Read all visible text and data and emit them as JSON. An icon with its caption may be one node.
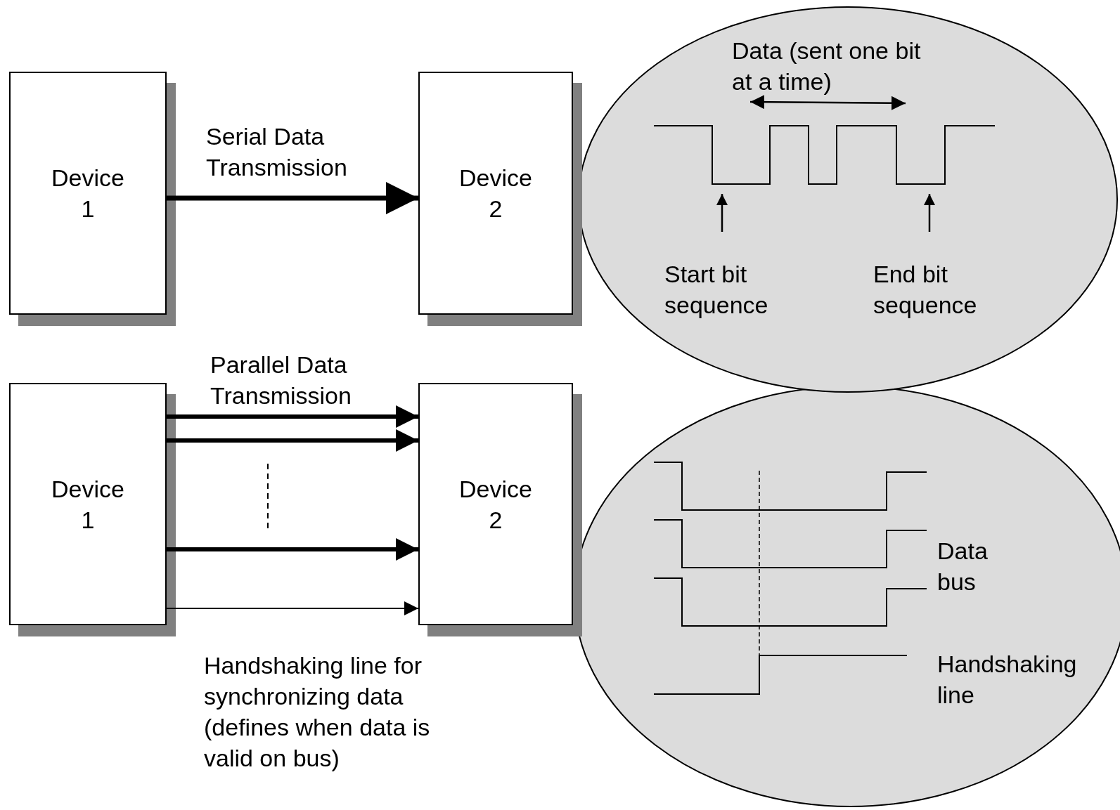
{
  "diagram": {
    "nodes": [
      {
        "text": [
          "Device 1"
        ]
      },
      {
        "text": [
          "Device 2"
        ]
      },
      {
        "text": [
          "Device 1"
        ]
      },
      {
        "text": [
          "Device 2"
        ]
      },
      {
        "text": [
          "Data (sent one bit at a time)",
          "Start bit sequence",
          "End bit sequence"
        ]
      },
      {
        "text": [
          "Data bus",
          "Handshaking line"
        ]
      }
    ],
    "edges": [
      {
        "from": 0,
        "to": 1,
        "arrow": "to",
        "label": "Serial Data Transmission"
      },
      {
        "from": 2,
        "to": 3,
        "arrow": "to",
        "label": "Parallel Data Transmission"
      },
      {
        "from": 2,
        "to": 3,
        "arrow": "to"
      },
      {
        "from": 2,
        "to": 3,
        "arrow": "to"
      },
      {
        "from": 2,
        "to": 3,
        "arrow": "to"
      }
    ],
    "labels": [
      "Handshaking line for synchronizing data (defines when data is valid on bus)"
    ]
  }
}
